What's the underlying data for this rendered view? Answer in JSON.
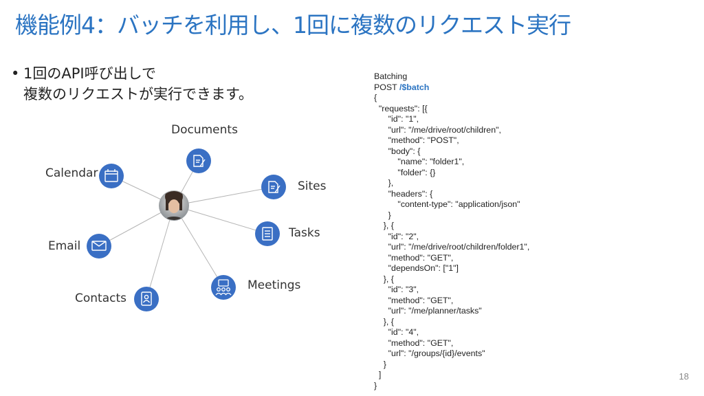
{
  "title": "機能例4：バッチを利用し、1回に複数のリクエスト実行",
  "bullet": {
    "line1": "1回のAPI呼び出しで",
    "line2": "複数のリクエストが実行できます。"
  },
  "diagram": {
    "center": "avatar",
    "nodes": [
      {
        "label": "Documents",
        "icon": "document-edit-icon"
      },
      {
        "label": "Sites",
        "icon": "document-edit-icon"
      },
      {
        "label": "Tasks",
        "icon": "task-list-icon"
      },
      {
        "label": "Meetings",
        "icon": "people-group-icon"
      },
      {
        "label": "Contacts",
        "icon": "contact-card-icon"
      },
      {
        "label": "Email",
        "icon": "mail-icon"
      },
      {
        "label": "Calendar",
        "icon": "calendar-icon"
      }
    ],
    "node_color": "#3a6fc4"
  },
  "code": {
    "heading": "Batching",
    "method": "POST ",
    "endpoint": "/$batch",
    "body": "{\n  \"requests\": [{\n      \"id\": \"1\",\n      \"url\": \"/me/drive/root/children\",\n      \"method\": \"POST\",\n      \"body\": {\n          \"name\": \"folder1\",\n          \"folder\": {}\n      },\n      \"headers\": {\n          \"content-type\": \"application/json\"\n      }\n    }, {\n      \"id\": \"2\",\n      \"url\": \"/me/drive/root/children/folder1\",\n      \"method\": \"GET\",\n      \"dependsOn\": [\"1\"]\n    }, {\n      \"id\": \"3\",\n      \"method\": \"GET\",\n      \"url\": \"/me/planner/tasks\"\n    }, {\n      \"id\": \"4\",\n      \"method\": \"GET\",\n      \"url\": \"/groups/{id}/events\"\n    }\n  ]\n}"
  },
  "page_number": "18",
  "colors": {
    "title": "#2b74c2",
    "accent": "#3a6fc4"
  }
}
